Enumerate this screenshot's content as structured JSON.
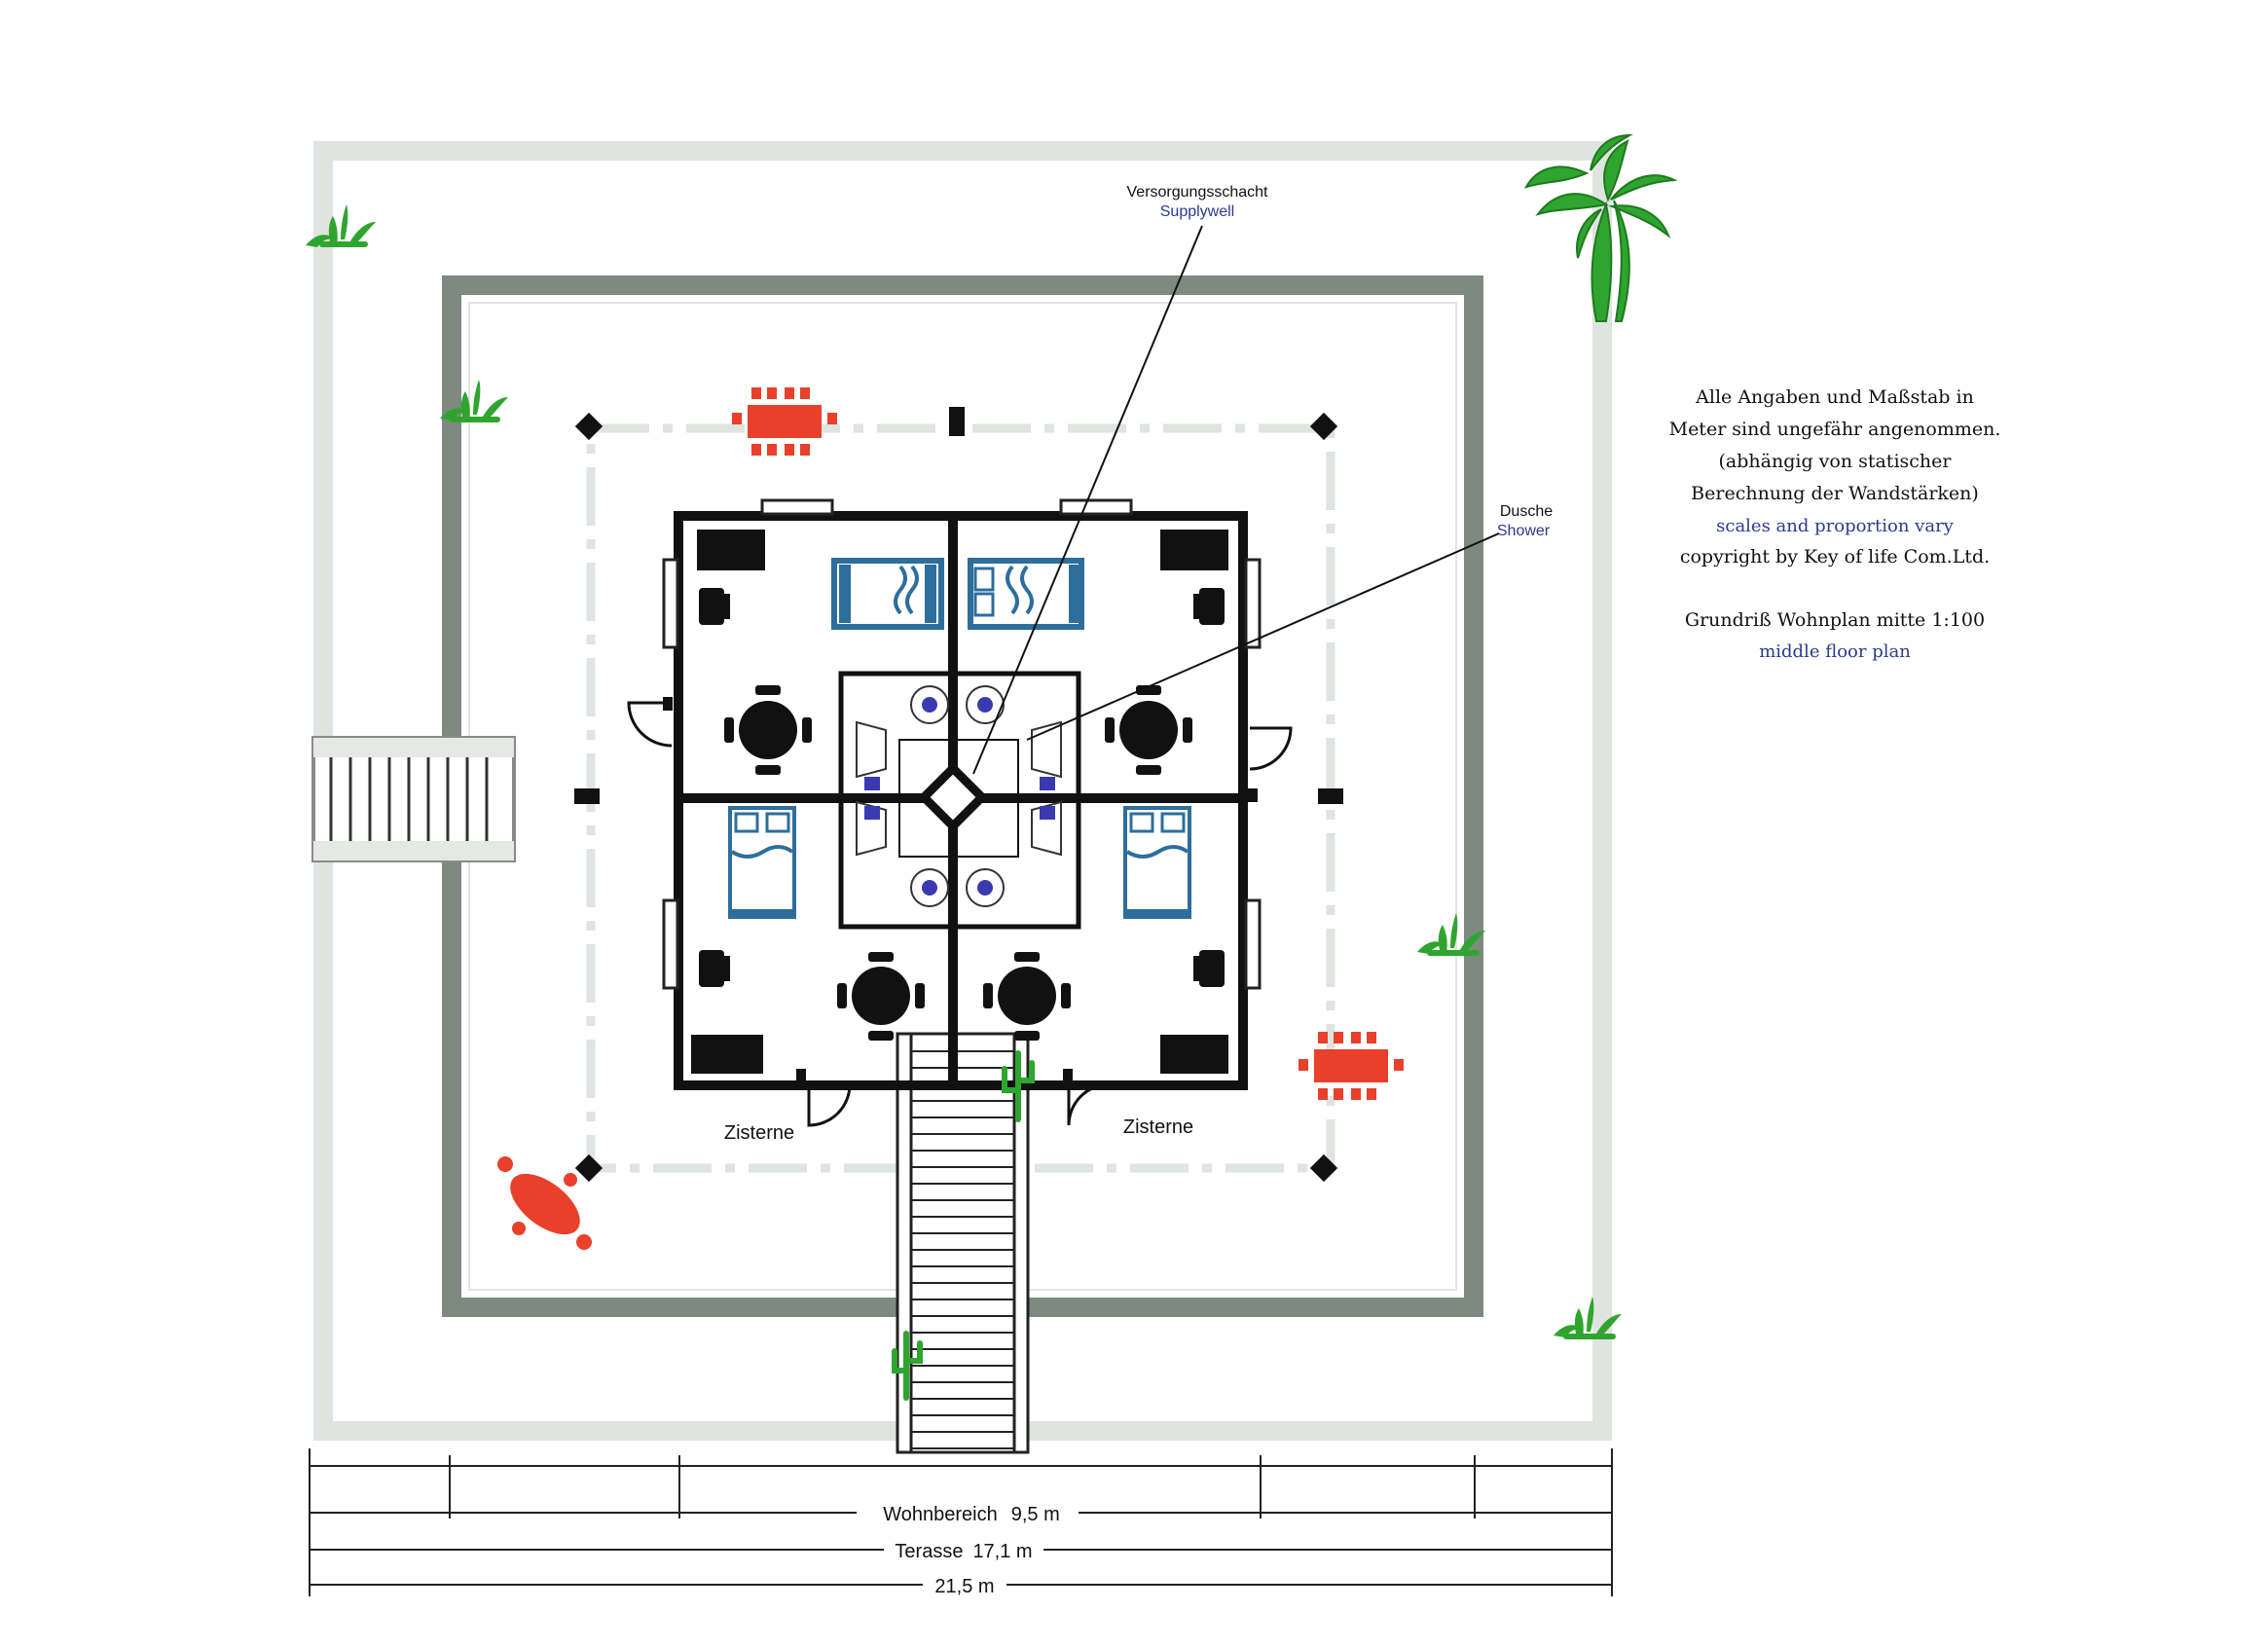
{
  "labels": {
    "supply_de": "Versorgungsschacht",
    "supply_en": "Supplywell",
    "shower_de": "Dusche",
    "shower_en": "Shower",
    "cistern_left": "Zisterne",
    "cistern_right": "Zisterne"
  },
  "notes": {
    "line1": "Alle Angaben und Maßstab in",
    "line2": "Meter sind ungefähr angenommen.",
    "line3": "(abhängig von statischer",
    "line4": "Berechnung der Wandstärken)",
    "line5_en": "scales and proportion vary",
    "line6": "copyright by Key of life Com.Ltd.",
    "title_de": "Grundriß Wohnplan mitte 1:100",
    "title_en": "middle floor plan"
  },
  "dimensions": {
    "living_label": "Wohnbereich",
    "living_value": "9,5 m",
    "terrace_label": "Terasse",
    "terrace_value": "17,1 m",
    "total_value": "21,5 m"
  },
  "colors": {
    "outer_frame": "#dfe4e0",
    "terrace_wall": "#7e8a80",
    "wall": "#111111",
    "furniture_red": "#e8402a",
    "bed_blue": "#2d6e9c",
    "plant_green": "#2fa52f"
  }
}
